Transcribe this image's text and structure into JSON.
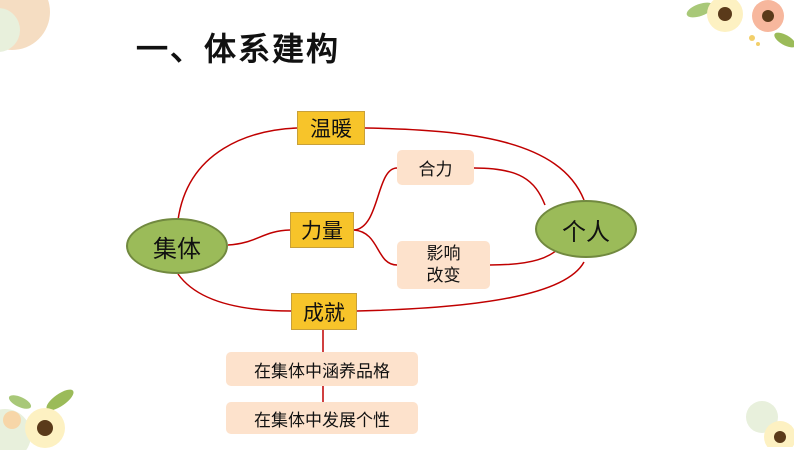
{
  "slide": {
    "title": "一、体系建构"
  },
  "nodes": {
    "jiti": "集体",
    "geren": "个人",
    "wennuan": "温暖",
    "liliang": "力量",
    "chengjiu": "成就",
    "heli": "合力",
    "yingxiang_line1": "影响",
    "yingxiang_line2": "改变",
    "hanyang": "在集体中涵养品格",
    "fazhan": "在集体中发展个性"
  },
  "colors": {
    "gold_box": "#f7c42a",
    "peach_box": "#fde2cc",
    "ellipse_fill": "#9bbb59",
    "connector": "#c00000"
  }
}
